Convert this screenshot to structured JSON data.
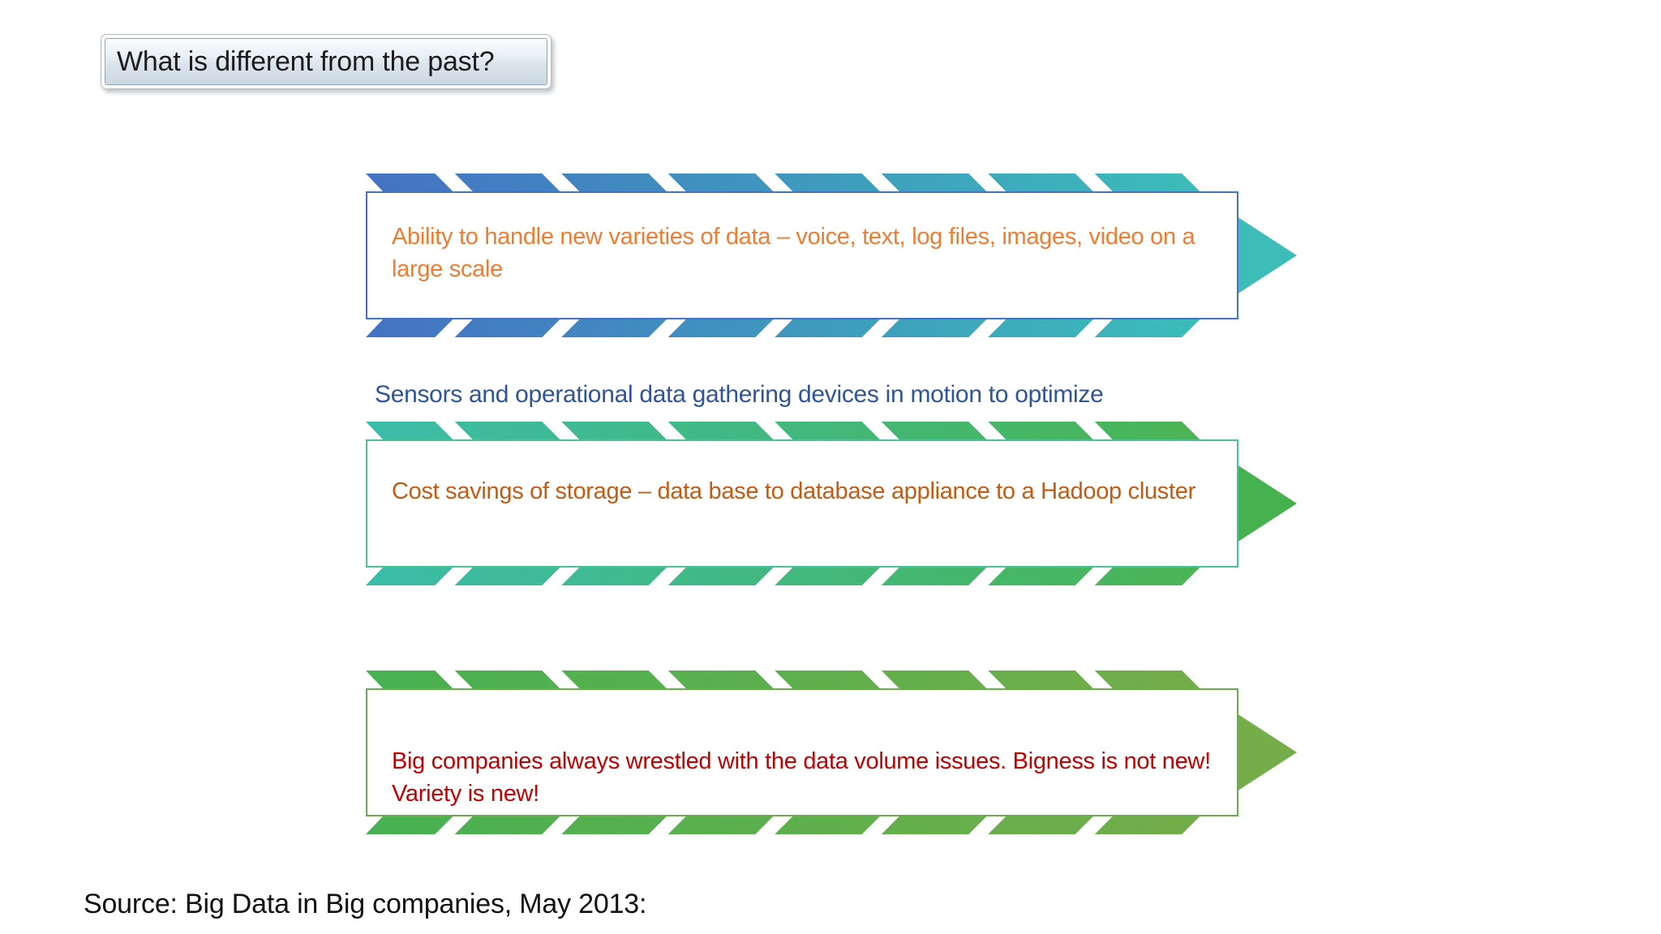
{
  "slide": {
    "title": "What is different from the past?",
    "caption_between_banners": {
      "text": "Sensors and operational data gathering devices in motion to optimize",
      "color": "#2F5597"
    },
    "banners": [
      {
        "text": "Ability to handle new varieties of data – voice, text, log files, images, video on a large scale",
        "text_color": "#ED7D31",
        "border_color": "#4472C4",
        "gradient_start": "#4472C4",
        "gradient_end": "#3BBDB9",
        "arrow_color": "#3DBCB8"
      },
      {
        "text": "Cost savings of storage – data base to database appliance to a Hadoop cluster",
        "text_color": "#C55A11",
        "border_color": "#4CC096",
        "gradient_start": "#3BBCA8",
        "gradient_end": "#4AB454",
        "arrow_color": "#45B14F"
      },
      {
        "text": "Big companies always wrestled with the data volume issues. Bigness is not new! Variety is new!",
        "text_color": "#C00000",
        "border_color": "#6AAD4B",
        "gradient_start": "#47B151",
        "gradient_end": "#74AD4A",
        "arrow_color": "#74AD49"
      }
    ],
    "source": "Source: Big Data in Big companies, May 2013:"
  }
}
